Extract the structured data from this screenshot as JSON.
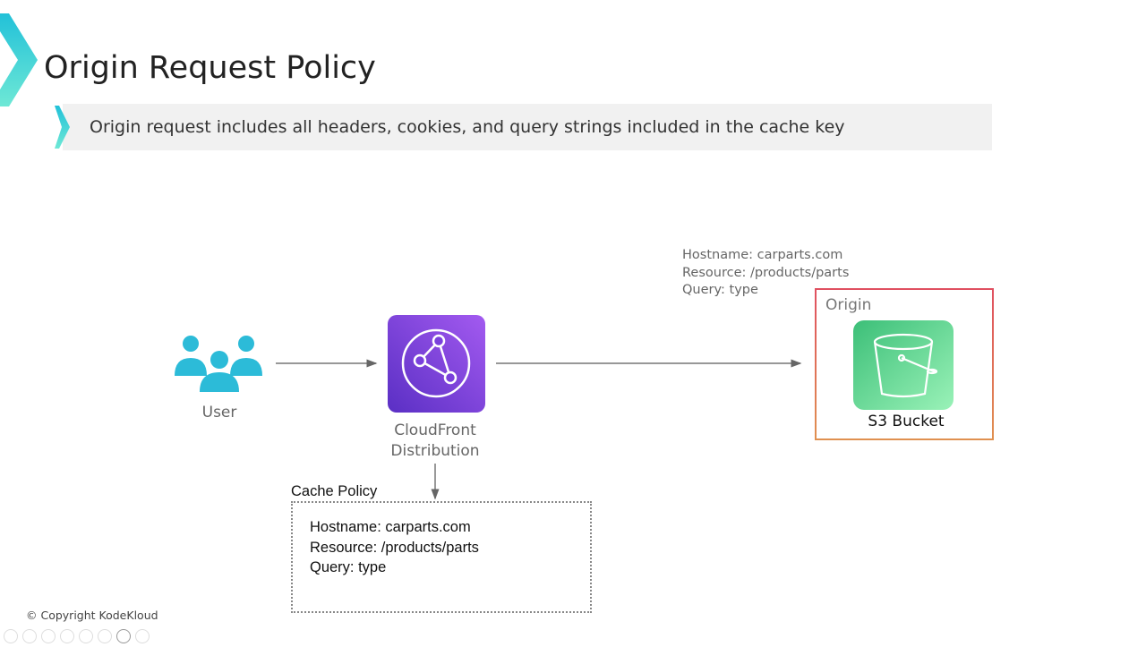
{
  "title": "Origin Request Policy",
  "banner": "Origin request includes all headers, cookies, and query strings included in the cache key",
  "user_label": "User",
  "cloudfront_label": [
    "CloudFront",
    "Distribution"
  ],
  "origin_request": [
    "Hostname: carparts.com",
    "Resource: /products/parts",
    "Query: type"
  ],
  "origin_label": "Origin",
  "s3_label": "S3 Bucket",
  "cache_policy": {
    "title": "Cache Policy",
    "lines": [
      "Hostname: carparts.com",
      "Resource: /products/parts",
      "Query: type"
    ]
  },
  "copyright": "© Copyright KodeKloud",
  "colors": {
    "accent": "#3ccfd8",
    "cloudfront": "#8c4fe6",
    "s3": "#5fd692"
  }
}
